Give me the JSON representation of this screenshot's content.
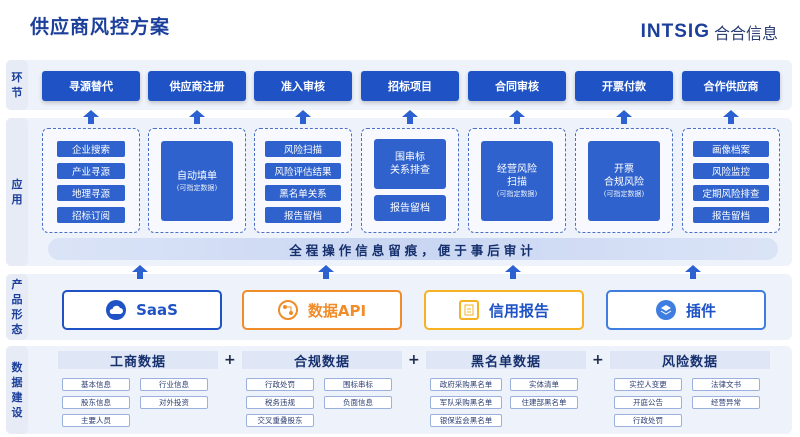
{
  "title": "供应商风控方案",
  "logo": {
    "brand": "INTSIG",
    "cn": "合合信息"
  },
  "rows": {
    "stage": "环\n节",
    "app": "应\n用",
    "product": "产品\n形态",
    "data": "数据\n建设"
  },
  "stages": [
    "寻源替代",
    "供应商注册",
    "准入审核",
    "招标项目",
    "合同审核",
    "开票付款",
    "合作供应商"
  ],
  "apps": {
    "sourcing": [
      "企业搜索",
      "产业寻源",
      "地理寻源",
      "招标订阅"
    ],
    "register": {
      "main": "自动填单",
      "sub": "(可指定数据)"
    },
    "admission": [
      "风险扫描",
      "风险评估结果",
      "黑名单关系",
      "报告留档"
    ],
    "bidding": {
      "main": "围串标\n关系排查",
      "report": "报告留档"
    },
    "contract": {
      "main": "经营风险\n扫描",
      "sub": "(可指定数据)"
    },
    "payment": {
      "main": "开票\n合规风险",
      "sub": "(可指定数据)"
    },
    "partner": [
      "画像档案",
      "风险监控",
      "定期风险排查",
      "报告留档"
    ]
  },
  "audit": "全程操作信息留痕，便于事后审计",
  "products": [
    {
      "label": "SaaS",
      "icon": "cloud-icon",
      "color": "#1f53c5"
    },
    {
      "label": "数据API",
      "icon": "api-icon",
      "color": "#f08c2a"
    },
    {
      "label": "信用报告",
      "icon": "report-icon",
      "color": "#f5b324"
    },
    {
      "label": "插件",
      "icon": "layers-icon",
      "color": "#3f7ee0"
    }
  ],
  "data_groups": [
    {
      "name": "工商数据",
      "tags": [
        "基本信息",
        "行业信息",
        "股东信息",
        "对外投资",
        "主要人员"
      ]
    },
    {
      "name": "合规数据",
      "tags": [
        "行政处罚",
        "围标串标",
        "税务违规",
        "负面信息",
        "交叉重叠股东"
      ]
    },
    {
      "name": "黑名单数据",
      "tags": [
        "政府采购黑名单",
        "实体清单",
        "军队采购黑名单",
        "住建部黑名单",
        "银保监会黑名单"
      ]
    },
    {
      "name": "风险数据",
      "tags": [
        "实控人变更",
        "法律文书",
        "开庭公告",
        "经营异常",
        "行政处罚"
      ]
    }
  ],
  "plus": "+"
}
